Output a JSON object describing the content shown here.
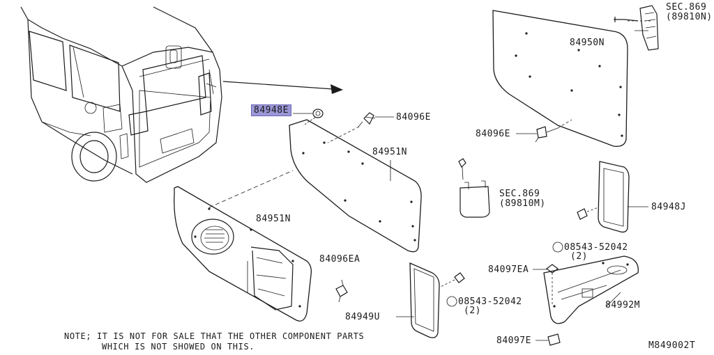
{
  "parts": {
    "p84948E": "84948E",
    "p84096E_top": "84096E",
    "p84950N": "84950N",
    "p84096E_right": "84096E",
    "p84951N_mid": "84951N",
    "sec869_mid_a": "SEC.869",
    "sec869_mid_b": "(89810M)",
    "sec869_top_a": "SEC.869",
    "sec869_top_b": "(89810N)",
    "p84948J": "84948J",
    "p84951N_low": "84951N",
    "screw_right_a": "08543-52042",
    "screw_right_b": "(2)",
    "p84096EA": "84096EA",
    "p84097EA": "84097EA",
    "screw_mid_a": "08543-52042",
    "screw_mid_b": "(2)",
    "p84992M": "84992M",
    "p84949U": "84949U",
    "p84097E": "84097E"
  },
  "note": {
    "line1": "NOTE; IT IS NOT FOR SALE THAT THE OTHER COMPONENT PARTS",
    "line2": "WHICH IS NOT SHOWED ON THIS."
  },
  "diagram_code": "M849002T",
  "colors": {
    "highlight": "#9b96d6",
    "ink": "#1a1a1a"
  }
}
